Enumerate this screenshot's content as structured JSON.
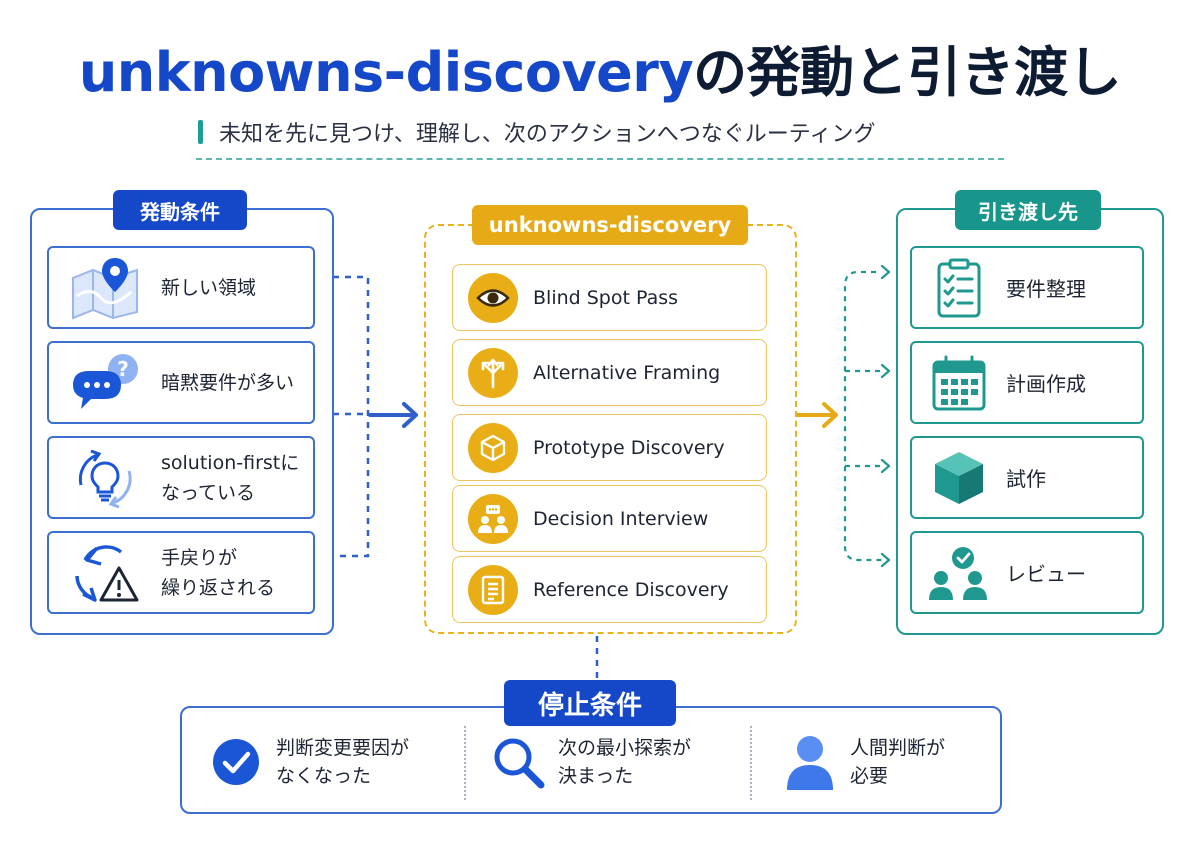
{
  "title": {
    "accent": "unknowns-discovery",
    "rest": "の発動と引き渡し"
  },
  "subtitle": "未知を先に見つけ、理解し、次のアクションへつなぐルーティング",
  "triggers": {
    "label": "発動条件",
    "items": [
      {
        "lines": [
          "新しい領域"
        ],
        "icon": "map-pin-icon"
      },
      {
        "lines": [
          "暗黙要件が多い"
        ],
        "icon": "chat-question-icon"
      },
      {
        "lines": [
          "solution-firstに",
          "なっている"
        ],
        "icon": "lightbulb-cycle-icon"
      },
      {
        "lines": [
          "手戻りが",
          "繰り返される"
        ],
        "icon": "rework-warning-icon"
      }
    ]
  },
  "core": {
    "label": "unknowns-discovery",
    "items": [
      {
        "label": "Blind Spot Pass",
        "icon": "eye-icon"
      },
      {
        "label": "Alternative Framing",
        "icon": "branch-arrows-icon"
      },
      {
        "label": "Prototype Discovery",
        "icon": "cube-icon"
      },
      {
        "label": "Decision Interview",
        "icon": "interview-icon"
      },
      {
        "label": "Reference Discovery",
        "icon": "document-icon"
      }
    ]
  },
  "handoffs": {
    "label": "引き渡し先",
    "items": [
      {
        "label": "要件整理",
        "icon": "checklist-icon"
      },
      {
        "label": "計画作成",
        "icon": "calendar-icon"
      },
      {
        "label": "試作",
        "icon": "cube-icon"
      },
      {
        "label": "レビュー",
        "icon": "review-people-icon"
      }
    ]
  },
  "stop": {
    "label": "停止条件",
    "items": [
      {
        "lines": [
          "判断変更要因が",
          "なくなった"
        ],
        "icon": "check-circle-icon"
      },
      {
        "lines": [
          "次の最小探索が",
          "決まった"
        ],
        "icon": "search-icon"
      },
      {
        "lines": [
          "人間判断が",
          "必要"
        ],
        "icon": "person-icon"
      }
    ]
  },
  "colors": {
    "blue": "#1448c8",
    "gold": "#e5aa16",
    "teal": "#19968c",
    "navy": "#0d1b33"
  }
}
